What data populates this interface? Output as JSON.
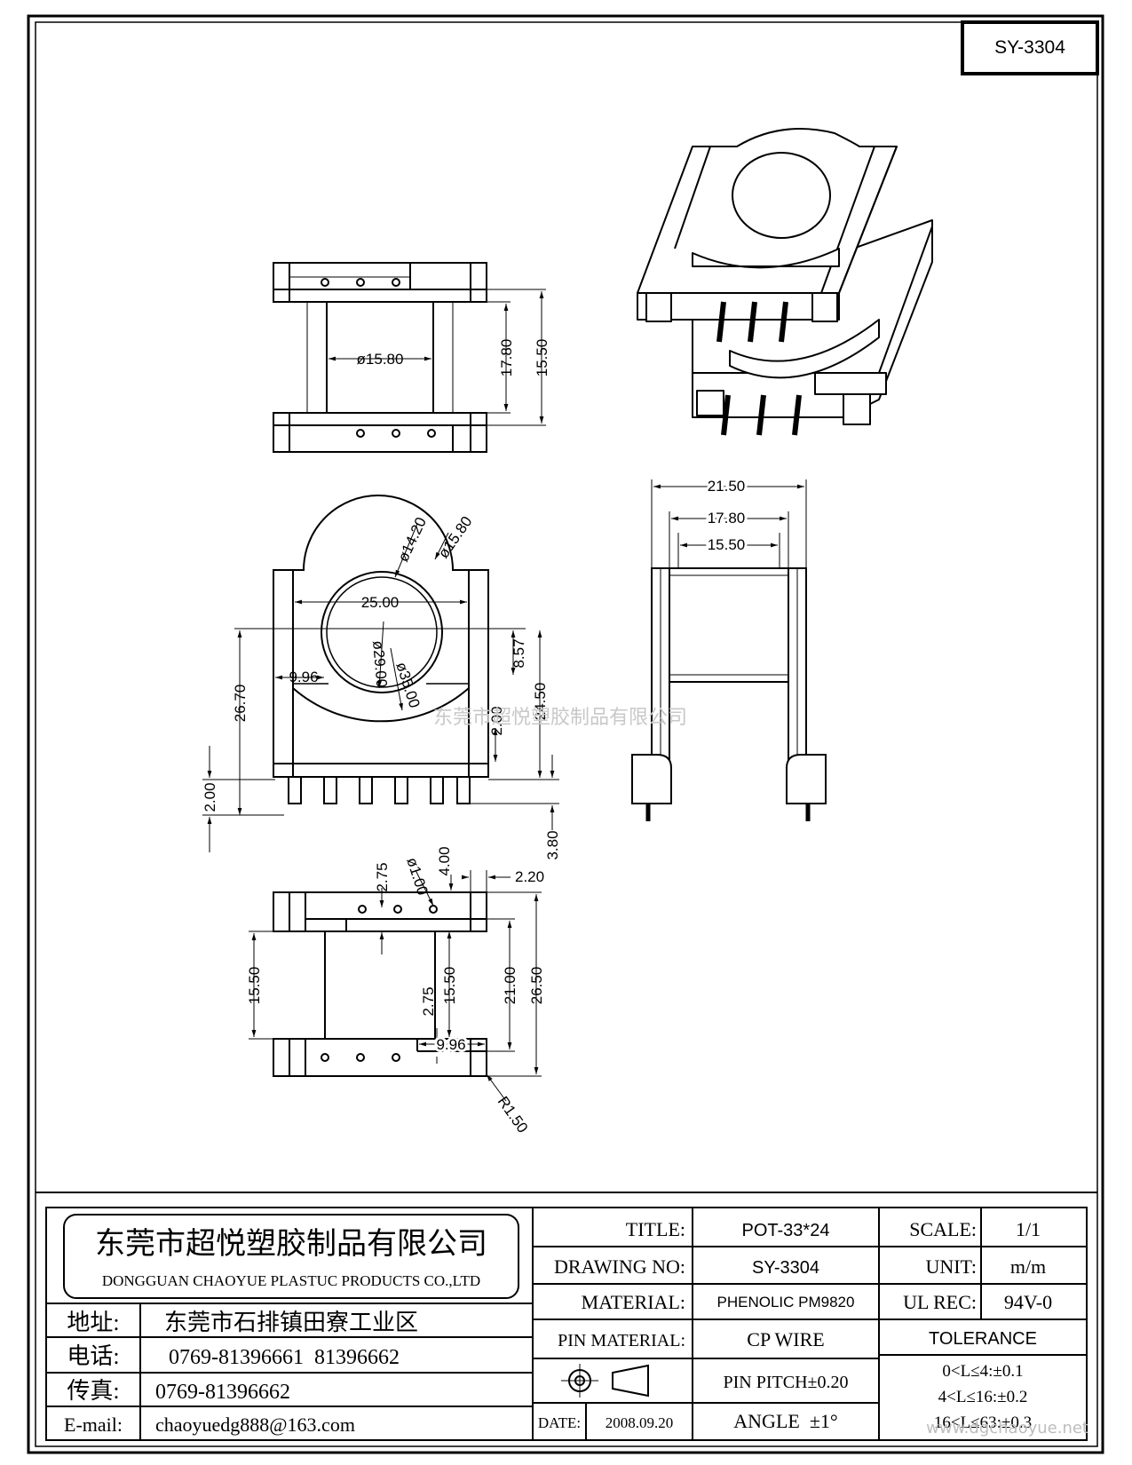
{
  "drawing_code": "SY-3304",
  "watermark": "东莞市超悦塑胶制品有限公司",
  "watermark_url": "www.dgchaoyue.net",
  "dims": {
    "top": {
      "d1": "ø15.80",
      "d2": "17.80",
      "d3": "15.50"
    },
    "front": {
      "d1": "ø14.20",
      "d2": "ø15.80",
      "d3": "25.00",
      "d4": "8.57",
      "d5": "9.96",
      "d6": "ø29.00",
      "d7": "ø35.00",
      "d8": "26.70",
      "d9": "2.00",
      "d10": "24.50",
      "d11": "2.00",
      "d12": "3.80"
    },
    "side": {
      "d1": "21.50",
      "d2": "17.80",
      "d3": "15.50"
    },
    "bottom": {
      "d1": "2.75",
      "d2": "ø1.00",
      "d3": "4.00",
      "d4": "2.20",
      "d5": "15.50",
      "d6": "2.75",
      "d7": "15.50",
      "d8": "21.00",
      "d9": "26.50",
      "d10": "9.96",
      "d11": "R1.50"
    }
  },
  "title_block": {
    "company_cn": "东莞市超悦塑胶制品有限公司",
    "company_en": "DONGGUAN CHAOYUE PLASTUC PRODUCTS CO.,LTD",
    "address_label": "地址:",
    "address": "东莞市石排镇田寮工业区",
    "phone_label": "电话:",
    "phone": "0769-81396661  81396662",
    "fax_label": "传真:",
    "fax": "0769-81396662",
    "email_label": "E-mail:",
    "email": "chaoyuedg888@163.com",
    "title_label": "TITLE:",
    "title": "POT-33*24",
    "drawing_no_label": "DRAWING NO:",
    "drawing_no": "SY-3304",
    "material_label": "MATERIAL:",
    "material": "PHENOLIC PM9820",
    "pin_material_label": "PIN MATERIAL:",
    "pin_material": "CP WIRE",
    "date_label": "DATE:",
    "date": "2008.09.20",
    "scale_label": "SCALE:",
    "scale": "1/1",
    "unit_label": "UNIT:",
    "unit": "m/m",
    "ul_label": "UL REC:",
    "ul": "94V-0",
    "tolerance_label": "TOLERANCE",
    "tol1": "0<L≤4:±0.1",
    "tol2": "4<L≤16:±0.2",
    "tol3": "16<L≤63:±0.3",
    "pin_pitch": "PIN PITCH±0.20",
    "angle": "ANGLE  ±1°"
  }
}
